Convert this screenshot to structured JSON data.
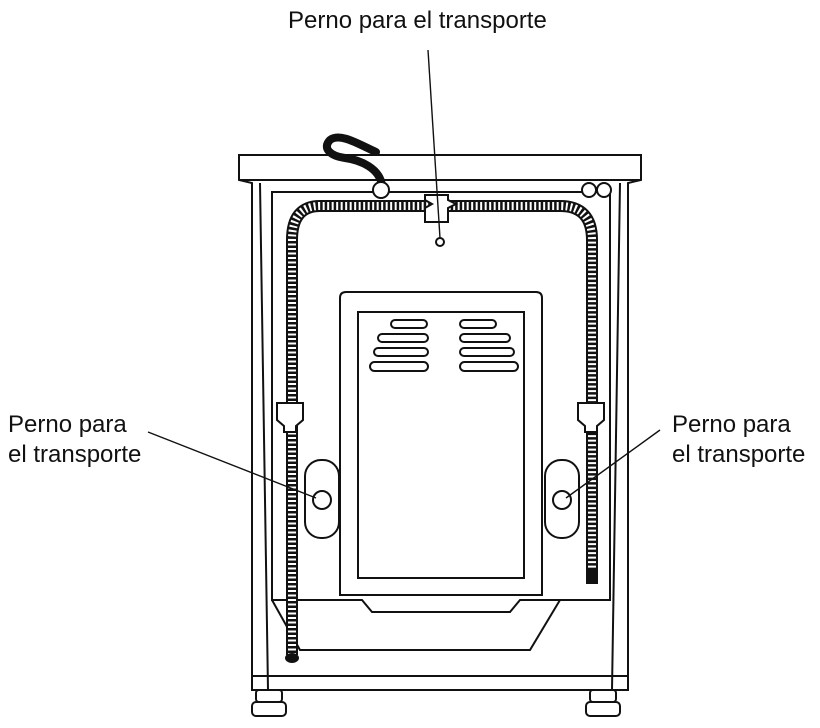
{
  "labels": {
    "top": "Perno para el transporte",
    "left": {
      "line1": "Perno para",
      "line2": "el transporte"
    },
    "right": {
      "line1": "Perno para",
      "line2": "el transporte"
    }
  },
  "colors": {
    "line": "#111111",
    "background": "#ffffff"
  }
}
